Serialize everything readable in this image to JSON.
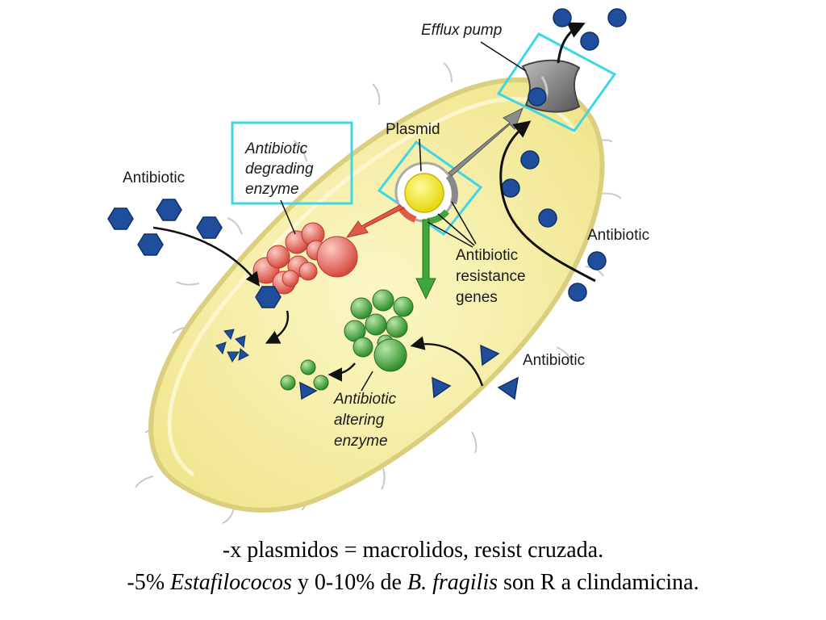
{
  "diagram": {
    "labels": {
      "efflux_pump": "Efflux pump",
      "plasmid": "Plasmid",
      "antibiotic_left": "Antibiotic",
      "antibiotic_right": "Antibiotic",
      "antibiotic_lower_right": "Antibiotic",
      "degrading_enzyme": [
        "Antibiotic",
        "degrading",
        "enzyme"
      ],
      "resistance_genes": [
        "Antibiotic",
        "resistance",
        "genes"
      ],
      "altering_enzyme": [
        "Antibiotic",
        "altering",
        "enzyme"
      ]
    },
    "colors": {
      "cell_fill": "#f7f0a8",
      "cell_stroke": "#d8cd7a",
      "highlight_box": "#3fd6e6",
      "antibiotic": "#1f4f9c",
      "degrading_enzyme": "#e0675c",
      "altering_enzyme": "#4fae45",
      "plasmid": "#f2e600",
      "efflux_pump": "#808080"
    }
  },
  "caption": {
    "line1": "-x plasmidos = macrolidos, resist cruzada.",
    "line2_prefix": "-5% ",
    "line2_italic1": "Estafilococos",
    "line2_mid1": " y 0-10% de ",
    "line2_italic2": "B. fragilis",
    "line2_suffix": " son R a clindamicina."
  }
}
